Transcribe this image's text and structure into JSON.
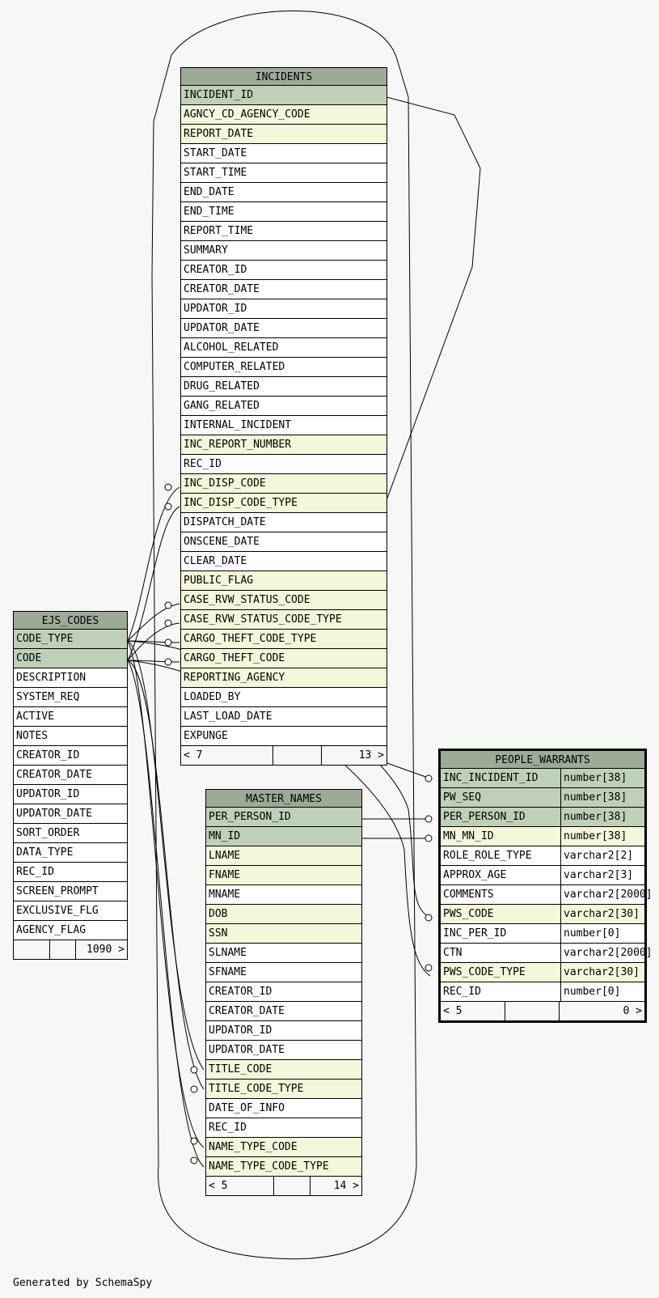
{
  "footer_text": "Generated by SchemaSpy",
  "tables": {
    "incidents": {
      "name": "INCIDENTS",
      "columns": [
        {
          "name": "INCIDENT_ID",
          "kind": "pk"
        },
        {
          "name": "AGNCY_CD_AGENCY_CODE",
          "kind": "fk"
        },
        {
          "name": "REPORT_DATE",
          "kind": "fk"
        },
        {
          "name": "START_DATE",
          "kind": ""
        },
        {
          "name": "START_TIME",
          "kind": ""
        },
        {
          "name": "END_DATE",
          "kind": ""
        },
        {
          "name": "END_TIME",
          "kind": ""
        },
        {
          "name": "REPORT_TIME",
          "kind": ""
        },
        {
          "name": "SUMMARY",
          "kind": ""
        },
        {
          "name": "CREATOR_ID",
          "kind": ""
        },
        {
          "name": "CREATOR_DATE",
          "kind": ""
        },
        {
          "name": "UPDATOR_ID",
          "kind": ""
        },
        {
          "name": "UPDATOR_DATE",
          "kind": ""
        },
        {
          "name": "ALCOHOL_RELATED",
          "kind": ""
        },
        {
          "name": "COMPUTER_RELATED",
          "kind": ""
        },
        {
          "name": "DRUG_RELATED",
          "kind": ""
        },
        {
          "name": "GANG_RELATED",
          "kind": ""
        },
        {
          "name": "INTERNAL_INCIDENT",
          "kind": ""
        },
        {
          "name": "INC_REPORT_NUMBER",
          "kind": "fk"
        },
        {
          "name": "REC_ID",
          "kind": ""
        },
        {
          "name": "INC_DISP_CODE",
          "kind": "fk"
        },
        {
          "name": "INC_DISP_CODE_TYPE",
          "kind": "fk"
        },
        {
          "name": "DISPATCH_DATE",
          "kind": ""
        },
        {
          "name": "ONSCENE_DATE",
          "kind": ""
        },
        {
          "name": "CLEAR_DATE",
          "kind": ""
        },
        {
          "name": "PUBLIC_FLAG",
          "kind": "fk"
        },
        {
          "name": "CASE_RVW_STATUS_CODE",
          "kind": "fk"
        },
        {
          "name": "CASE_RVW_STATUS_CODE_TYPE",
          "kind": "fk"
        },
        {
          "name": "CARGO_THEFT_CODE_TYPE",
          "kind": "fk"
        },
        {
          "name": "CARGO_THEFT_CODE",
          "kind": "fk"
        },
        {
          "name": "REPORTING_AGENCY",
          "kind": "fk"
        },
        {
          "name": "LOADED_BY",
          "kind": ""
        },
        {
          "name": "LAST_LOAD_DATE",
          "kind": ""
        },
        {
          "name": "EXPUNGE",
          "kind": ""
        }
      ],
      "footer": [
        "< 7",
        "",
        "13 >"
      ]
    },
    "ejs_codes": {
      "name": "EJS_CODES",
      "columns": [
        {
          "name": "CODE_TYPE",
          "kind": "pk"
        },
        {
          "name": "CODE",
          "kind": "pk"
        },
        {
          "name": "DESCRIPTION",
          "kind": ""
        },
        {
          "name": "SYSTEM_REQ",
          "kind": ""
        },
        {
          "name": "ACTIVE",
          "kind": ""
        },
        {
          "name": "NOTES",
          "kind": ""
        },
        {
          "name": "CREATOR_ID",
          "kind": ""
        },
        {
          "name": "CREATOR_DATE",
          "kind": ""
        },
        {
          "name": "UPDATOR_ID",
          "kind": ""
        },
        {
          "name": "UPDATOR_DATE",
          "kind": ""
        },
        {
          "name": "SORT_ORDER",
          "kind": ""
        },
        {
          "name": "DATA_TYPE",
          "kind": ""
        },
        {
          "name": "REC_ID",
          "kind": ""
        },
        {
          "name": "SCREEN_PROMPT",
          "kind": ""
        },
        {
          "name": "EXCLUSIVE_FLG",
          "kind": ""
        },
        {
          "name": "AGENCY_FLAG",
          "kind": ""
        }
      ],
      "footer": [
        "",
        "",
        "1090 >"
      ]
    },
    "master_names": {
      "name": "MASTER_NAMES",
      "columns": [
        {
          "name": "PER_PERSON_ID",
          "kind": "pk"
        },
        {
          "name": "MN_ID",
          "kind": "pk"
        },
        {
          "name": "LNAME",
          "kind": "fk"
        },
        {
          "name": "FNAME",
          "kind": "fk"
        },
        {
          "name": "MNAME",
          "kind": ""
        },
        {
          "name": "DOB",
          "kind": "fk"
        },
        {
          "name": "SSN",
          "kind": "fk"
        },
        {
          "name": "SLNAME",
          "kind": ""
        },
        {
          "name": "SFNAME",
          "kind": ""
        },
        {
          "name": "CREATOR_ID",
          "kind": ""
        },
        {
          "name": "CREATOR_DATE",
          "kind": ""
        },
        {
          "name": "UPDATOR_ID",
          "kind": ""
        },
        {
          "name": "UPDATOR_DATE",
          "kind": ""
        },
        {
          "name": "TITLE_CODE",
          "kind": "fk"
        },
        {
          "name": "TITLE_CODE_TYPE",
          "kind": "fk"
        },
        {
          "name": "DATE_OF_INFO",
          "kind": ""
        },
        {
          "name": "REC_ID",
          "kind": ""
        },
        {
          "name": "NAME_TYPE_CODE",
          "kind": "fk"
        },
        {
          "name": "NAME_TYPE_CODE_TYPE",
          "kind": "fk"
        }
      ],
      "footer": [
        "< 5",
        "",
        "14 >"
      ]
    },
    "people_warrants": {
      "name": "PEOPLE_WARRANTS",
      "columns": [
        {
          "name": "INC_INCIDENT_ID",
          "kind": "pk",
          "type": "number[38]"
        },
        {
          "name": "PW_SEQ",
          "kind": "pk",
          "type": "number[38]"
        },
        {
          "name": "PER_PERSON_ID",
          "kind": "pk",
          "type": "number[38]"
        },
        {
          "name": "MN_MN_ID",
          "kind": "fk",
          "type": "number[38]"
        },
        {
          "name": "ROLE_ROLE_TYPE",
          "kind": "",
          "type": "varchar2[2]"
        },
        {
          "name": "APPROX_AGE",
          "kind": "",
          "type": "varchar2[3]"
        },
        {
          "name": "COMMENTS",
          "kind": "",
          "type": "varchar2[2000]"
        },
        {
          "name": "PWS_CODE",
          "kind": "fk",
          "type": "varchar2[30]"
        },
        {
          "name": "INC_PER_ID",
          "kind": "",
          "type": "number[0]"
        },
        {
          "name": "CTN",
          "kind": "",
          "type": "varchar2[2000]"
        },
        {
          "name": "PWS_CODE_TYPE",
          "kind": "fk",
          "type": "varchar2[30]"
        },
        {
          "name": "REC_ID",
          "kind": "",
          "type": "number[0]"
        }
      ],
      "footer": [
        "< 5",
        "",
        "0 >"
      ]
    }
  }
}
